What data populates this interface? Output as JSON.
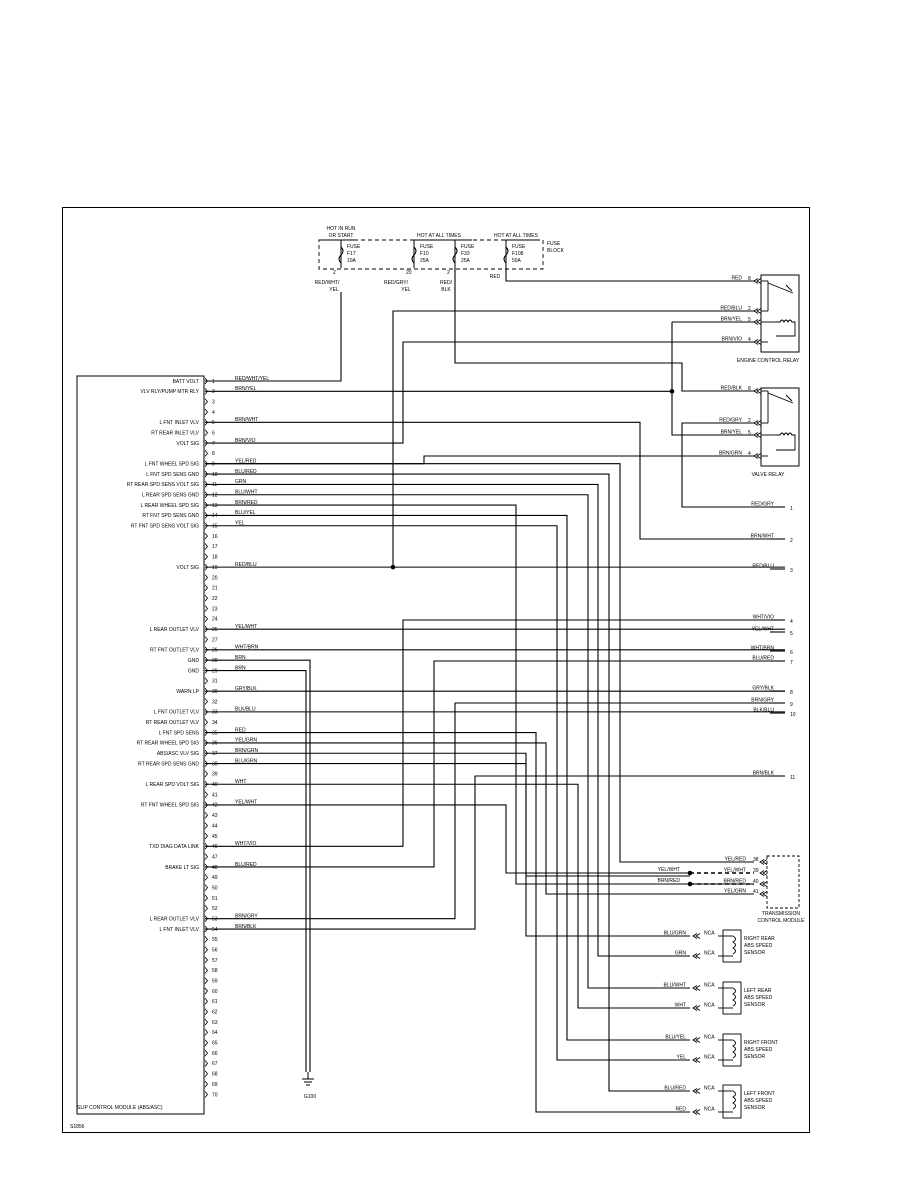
{
  "diagram": {
    "figure_id": "S1856",
    "module": {
      "title": "SLIP CONTROL MODULE (ABS/ASC)",
      "pins": [
        {
          "n": "1",
          "label": "BATT VOLT",
          "wire": "RED/WHT/YEL"
        },
        {
          "n": "2",
          "label": "VLV RLY/PUMP MTR RLY",
          "wire": "BRN/YEL"
        },
        {
          "n": "3",
          "label": "",
          "wire": ""
        },
        {
          "n": "4",
          "label": "",
          "wire": ""
        },
        {
          "n": "5",
          "label": "L FNT INLET VLV",
          "wire": "BRN/WHT"
        },
        {
          "n": "6",
          "label": "RT REAR INLET VLV",
          "wire": ""
        },
        {
          "n": "7",
          "label": "VOLT SIG",
          "wire": "BRN/VIO"
        },
        {
          "n": "8",
          "label": "",
          "wire": ""
        },
        {
          "n": "9",
          "label": "L FNT WHEEL SPD SIG",
          "wire": "YEL/RED"
        },
        {
          "n": "10",
          "label": "L FNT SPD SENS GND",
          "wire": "BLU/RED"
        },
        {
          "n": "11",
          "label": "RT REAR SPD SENS VOLT SIG",
          "wire": "GRN"
        },
        {
          "n": "12",
          "label": "L REAR SPD SENS GND",
          "wire": "BLU/WHT"
        },
        {
          "n": "13",
          "label": "L REAR WHEEL SPD SIG",
          "wire": "BRN/RED"
        },
        {
          "n": "14",
          "label": "RT FNT SPD SENS GND",
          "wire": "BLU/YEL"
        },
        {
          "n": "15",
          "label": "RT FNT SPD SENS VOLT SIG",
          "wire": "YEL"
        },
        {
          "n": "16",
          "label": "",
          "wire": ""
        },
        {
          "n": "17",
          "label": "",
          "wire": ""
        },
        {
          "n": "18",
          "label": "",
          "wire": ""
        },
        {
          "n": "19",
          "label": "VOLT SIG",
          "wire": "RED/BLU"
        },
        {
          "n": "20",
          "label": "",
          "wire": ""
        },
        {
          "n": "21",
          "label": "",
          "wire": ""
        },
        {
          "n": "22",
          "label": "",
          "wire": ""
        },
        {
          "n": "23",
          "label": "",
          "wire": ""
        },
        {
          "n": "24",
          "label": "",
          "wire": ""
        },
        {
          "n": "25",
          "label": "L REAR OUTLET VLV",
          "wire": "YEL/WHT"
        },
        {
          "n": "27",
          "label": "",
          "wire": ""
        },
        {
          "n": "26",
          "label": "RT FNT OUTLET VLV",
          "wire": "WHT/BRN"
        },
        {
          "n": "28",
          "label": "GND",
          "wire": "BRN"
        },
        {
          "n": "29",
          "label": "GND",
          "wire": "BRN"
        },
        {
          "n": "31",
          "label": "",
          "wire": ""
        },
        {
          "n": "30",
          "label": "WARN LP",
          "wire": "GRY/BLK"
        },
        {
          "n": "32",
          "label": "",
          "wire": ""
        },
        {
          "n": "33",
          "label": "L FNT OUTLET VLV",
          "wire": "BLK/BLU"
        },
        {
          "n": "34",
          "label": "RT REAR OUTLET VLV",
          "wire": ""
        },
        {
          "n": "35",
          "label": "L FNT SPD SENS",
          "wire": "RED"
        },
        {
          "n": "36",
          "label": "RT REAR WHEEL SPD SIG",
          "wire": "YEL/GRN"
        },
        {
          "n": "37",
          "label": "ABS/ASC VLV SIG",
          "wire": "BRN/GRN"
        },
        {
          "n": "38",
          "label": "RT REAR SPD SENS GND",
          "wire": "BLU/GRN"
        },
        {
          "n": "39",
          "label": "",
          "wire": ""
        },
        {
          "n": "40",
          "label": "L REAR SPD VOLT SIG",
          "wire": "WHT"
        },
        {
          "n": "41",
          "label": "",
          "wire": ""
        },
        {
          "n": "42",
          "label": "RT FNT WHEEL SPD SIG",
          "wire": "YEL/WHT"
        },
        {
          "n": "43",
          "label": "",
          "wire": ""
        },
        {
          "n": "44",
          "label": "",
          "wire": ""
        },
        {
          "n": "45",
          "label": "",
          "wire": ""
        },
        {
          "n": "46",
          "label": "TXD DIAG DATA LINK",
          "wire": "WHT/VIO"
        },
        {
          "n": "47",
          "label": "",
          "wire": ""
        },
        {
          "n": "48",
          "label": "BRAKE LT SIG",
          "wire": "BLU/RED"
        },
        {
          "n": "49",
          "label": "",
          "wire": ""
        },
        {
          "n": "50",
          "label": "",
          "wire": ""
        },
        {
          "n": "51",
          "label": "",
          "wire": ""
        },
        {
          "n": "52",
          "label": "",
          "wire": ""
        },
        {
          "n": "53",
          "label": "L REAR OUTLET VLV",
          "wire": "BRN/GRY"
        },
        {
          "n": "54",
          "label": "L FNT INLET VLV",
          "wire": "BRN/BLK"
        },
        {
          "n": "55",
          "label": "",
          "wire": ""
        },
        {
          "n": "56",
          "label": "",
          "wire": ""
        },
        {
          "n": "57",
          "label": "",
          "wire": ""
        },
        {
          "n": "58",
          "label": "",
          "wire": ""
        },
        {
          "n": "59",
          "label": "",
          "wire": ""
        },
        {
          "n": "60",
          "label": "",
          "wire": ""
        },
        {
          "n": "61",
          "label": "",
          "wire": ""
        },
        {
          "n": "62",
          "label": "",
          "wire": ""
        },
        {
          "n": "63",
          "label": "",
          "wire": ""
        },
        {
          "n": "64",
          "label": "",
          "wire": ""
        },
        {
          "n": "65",
          "label": "",
          "wire": ""
        },
        {
          "n": "66",
          "label": "",
          "wire": ""
        },
        {
          "n": "67",
          "label": "",
          "wire": ""
        },
        {
          "n": "68",
          "label": "",
          "wire": ""
        },
        {
          "n": "69",
          "label": "",
          "wire": ""
        },
        {
          "n": "70",
          "label": "",
          "wire": ""
        }
      ]
    },
    "fuse_block": {
      "label": [
        "FUSE",
        "BLOCK"
      ],
      "groups": [
        {
          "text": [
            "HOT IN RUN",
            "OR START"
          ]
        },
        {
          "text": [
            "HOT AT ALL TIMES"
          ]
        },
        {
          "text": [
            "HOT AT ALL TIMES"
          ]
        }
      ],
      "fuses": [
        {
          "name": "FUSE",
          "id": "F17",
          "amps": "10A",
          "pin": "2",
          "wire": [
            "RED/WHT/",
            "YEL"
          ]
        },
        {
          "name": "FUSE",
          "id": "F10",
          "amps": "25A",
          "pin": "20",
          "wire": [
            "RED/GRY/",
            "YEL"
          ]
        },
        {
          "name": "FUSE",
          "id": "F33",
          "amps": "25A",
          "pin": "2",
          "wire": [
            "RED/",
            "BLK"
          ]
        },
        {
          "name": "FUSE",
          "id": "F108",
          "amps": "50A",
          "pin": "",
          "wire": [
            "RED"
          ]
        }
      ]
    },
    "engine_relay": {
      "label": "ENGINE CONTROL RELAY",
      "pins": [
        {
          "wire": "RED",
          "n": "8"
        },
        {
          "wire": "RED/BLU",
          "n": "2"
        },
        {
          "wire": "BRN/YEL",
          "n": "5"
        },
        {
          "wire": "BRN/VIO",
          "n": "4"
        }
      ]
    },
    "valve_relay": {
      "label": "VALVE RELAY",
      "pins": [
        {
          "wire": "RED/BLK",
          "n": "8"
        },
        {
          "wire": "RED/GRY",
          "n": "2"
        },
        {
          "wire": "BRN/YEL",
          "n": "5"
        },
        {
          "wire": "BRN/GRN",
          "n": "4"
        }
      ]
    },
    "right_outputs": [
      {
        "wire": "RED/GRY",
        "n": "1"
      },
      {
        "wire": "BRN/WHT",
        "n": "2"
      },
      {
        "wire": "RED/BLU",
        "n": "3"
      },
      {
        "wire": "WHT/VIO",
        "n": "4"
      },
      {
        "wire": "YEL/WHT",
        "n": "5"
      },
      {
        "wire": "WHT/BRN",
        "n": "6"
      },
      {
        "wire": "BLU/RED",
        "n": "7"
      },
      {
        "wire": "GRY/BLK",
        "n": "8"
      },
      {
        "wire": "BRN/GRY",
        "n": "9"
      },
      {
        "wire": "BLK/BLU",
        "n": "10"
      },
      {
        "wire": "BRN/BLK",
        "n": "11"
      }
    ],
    "tcm": {
      "label": [
        "TRANSMISSION",
        "CONTROL MODULE"
      ],
      "pins": [
        {
          "wire": "YEL/RED",
          "n": "38"
        },
        {
          "wire": "YEL/WHT",
          "n": "39"
        },
        {
          "wire": "BRN/RED",
          "n": "40"
        },
        {
          "wire": "YEL/GRN",
          "n": "41"
        }
      ],
      "left_wires": [
        "YEL/WHT",
        "BRN/RED"
      ]
    },
    "sensors": [
      {
        "label": [
          "RIGHT REAR",
          "ABS SPEED",
          "SENSOR"
        ],
        "wires": [
          "BLU/GRN",
          "GRN"
        ],
        "conn": "NCA"
      },
      {
        "label": [
          "LEFT REAR",
          "ABS SPEED",
          "SENSOR"
        ],
        "wires": [
          "BLU/WHT",
          "WHT"
        ],
        "conn": "NCA"
      },
      {
        "label": [
          "RIGHT FRONT",
          "ABS SPEED",
          "SENSOR"
        ],
        "wires": [
          "BLU/YEL",
          "YEL"
        ],
        "conn": "NCA"
      },
      {
        "label": [
          "LEFT FRONT",
          "ABS SPEED",
          "SENSOR"
        ],
        "wires": [
          "BLU/RED",
          "RED"
        ],
        "conn": "NCA"
      }
    ],
    "ground": {
      "label": "G100"
    }
  }
}
